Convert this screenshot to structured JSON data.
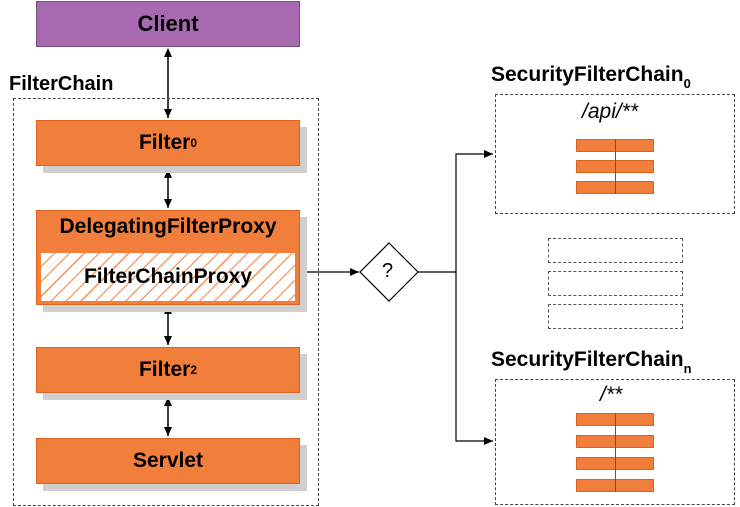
{
  "client": {
    "label": "Client"
  },
  "filter_chain": {
    "title": "FilterChain",
    "filter0": {
      "label": "Filter",
      "subscript": "0"
    },
    "delegating": {
      "label": "DelegatingFilterProxy"
    },
    "filter_chain_proxy": {
      "label": "FilterChainProxy"
    },
    "filter2": {
      "label": "Filter",
      "subscript": "2"
    },
    "servlet": {
      "label": "Servlet"
    }
  },
  "decision": {
    "label": "?"
  },
  "security_chain_0": {
    "title": "SecurityFilterChain",
    "subscript": "0",
    "pattern": "/api/**",
    "filter_count": 3
  },
  "security_chain_n": {
    "title": "SecurityFilterChain",
    "subscript": "n",
    "pattern": "/**",
    "filter_count": 4
  },
  "colors": {
    "client": "#a76ab1",
    "filter": "#f27e3c",
    "shadow": "#cfcfcf"
  }
}
